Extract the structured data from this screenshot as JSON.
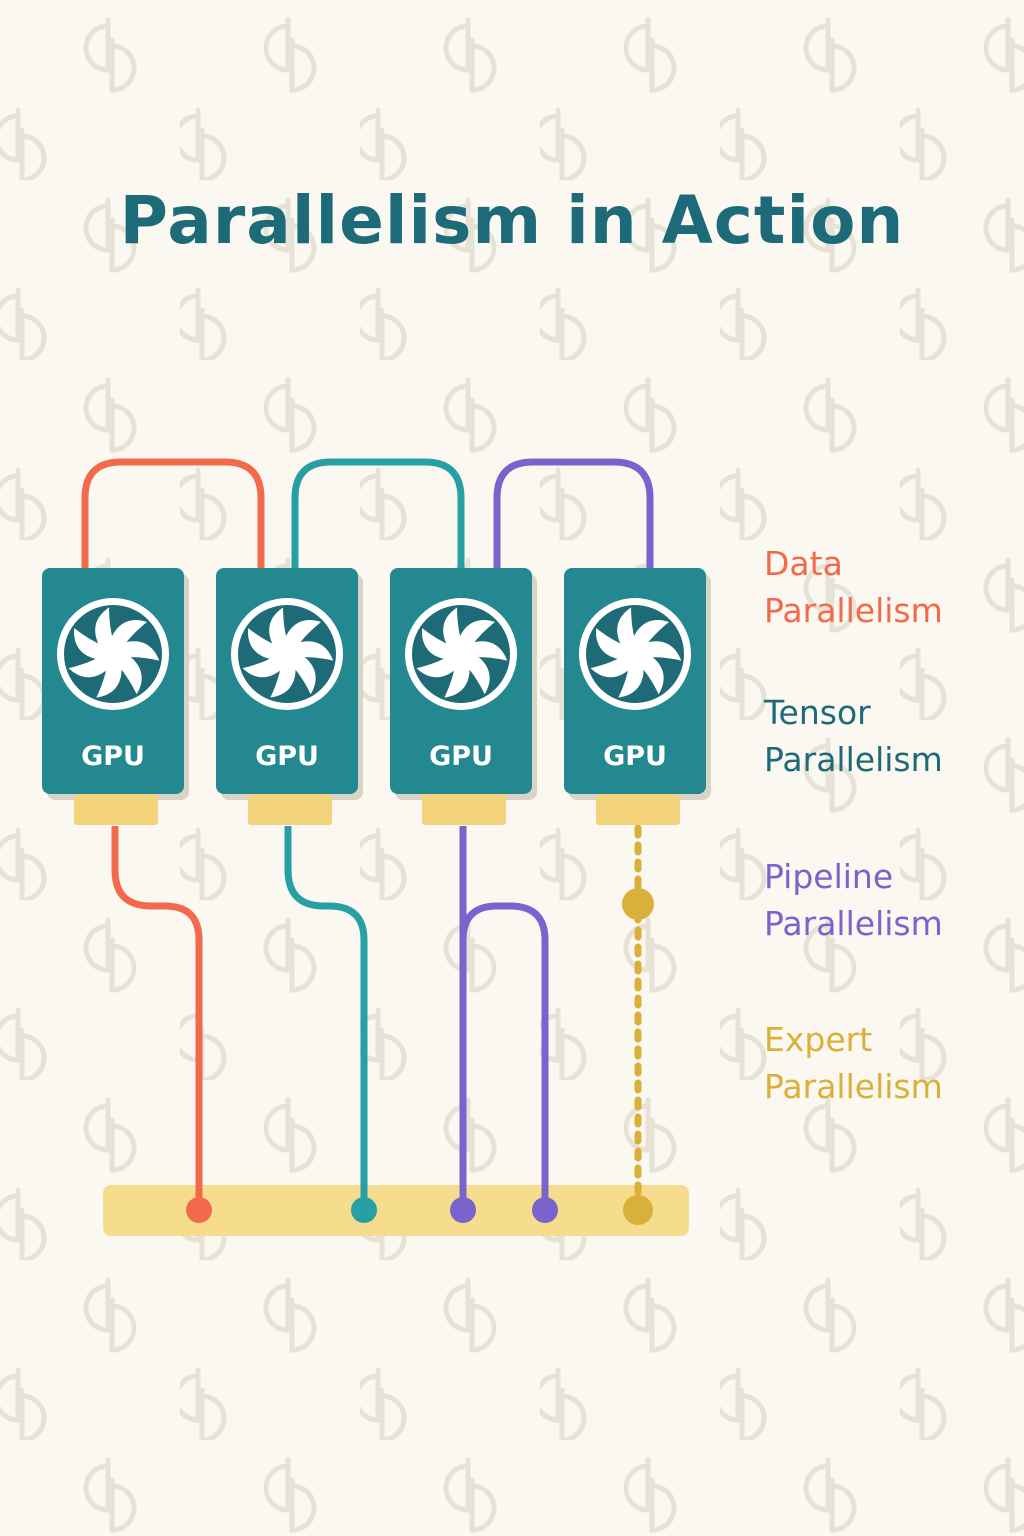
{
  "title": "Parallelism in Action",
  "colors": {
    "background": "#faf8f0",
    "title": "#1d6b78",
    "gpu_card": "#23888f",
    "gpu_shadow": "#d9d4c6",
    "gpu_connector": "#f2d27a",
    "fan_blade": "#1e6a77",
    "bus": "#f6dd8e",
    "data": "#f26a4b",
    "tensor": "#27a0a4",
    "pipeline": "#7a63cc",
    "expert": "#d9b13a",
    "legend_tensor": "#1d6b78"
  },
  "gpus": [
    {
      "label": "GPU"
    },
    {
      "label": "GPU"
    },
    {
      "label": "GPU"
    },
    {
      "label": "GPU"
    }
  ],
  "legend": [
    {
      "line1": "Data",
      "line2": "Parallelism",
      "color": "#f26a4b"
    },
    {
      "line1": "Tensor",
      "line2": "Parallelism",
      "color": "#1d6b78"
    },
    {
      "line1": "Pipeline",
      "line2": "Parallelism",
      "color": "#7a63cc"
    },
    {
      "line1": "Expert",
      "line2": "Parallelism",
      "color": "#d9b13a"
    }
  ]
}
